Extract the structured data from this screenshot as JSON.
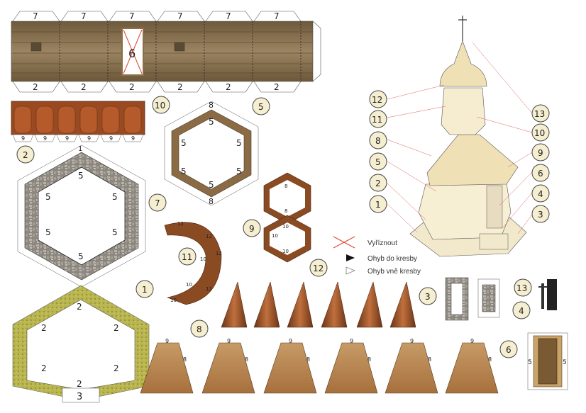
{
  "wall_strip": {
    "top_tabs": [
      "7",
      "7",
      "7",
      "7",
      "7",
      "7"
    ],
    "bottom_tabs": [
      "2",
      "2",
      "2",
      "2",
      "2",
      "2"
    ],
    "door_number": "6"
  },
  "part10_strip": {
    "tabs": [
      "9",
      "9",
      "9",
      "9",
      "9",
      "9"
    ],
    "part": "10"
  },
  "legend": {
    "cut": "Vyříznout",
    "fold_in": "Ohyb do kresby",
    "fold_out": "Ohyb vně kresby"
  },
  "part_numbers": {
    "p1": "1",
    "p2": "2",
    "p3": "3",
    "p4": "4",
    "p5": "5",
    "p6": "6",
    "p7": "7",
    "p8": "8",
    "p9": "9",
    "p10": "10",
    "p11": "11",
    "p12": "12",
    "p13": "13"
  },
  "callouts_left": [
    "12",
    "11",
    "8",
    "5",
    "2",
    "1"
  ],
  "callouts_right": [
    "13",
    "10",
    "9",
    "6",
    "4",
    "3"
  ],
  "hex5_labels": {
    "outer": "8",
    "inner": "5"
  },
  "hex2_labels": {
    "top": "1",
    "inner": "5"
  },
  "hex1_labels": {
    "inner": "2",
    "bottom": "3"
  },
  "hex9_labels": {
    "top_a": "8",
    "top_b": "8",
    "mid_a": "10",
    "mid_b": "10",
    "bottom": "10"
  },
  "part11_labels": [
    "12",
    "12",
    "12",
    "12",
    "10",
    "10",
    "10"
  ],
  "roof_panel_labels": {
    "top": "9",
    "side": "8"
  },
  "part6_labels": {
    "side": "5"
  }
}
